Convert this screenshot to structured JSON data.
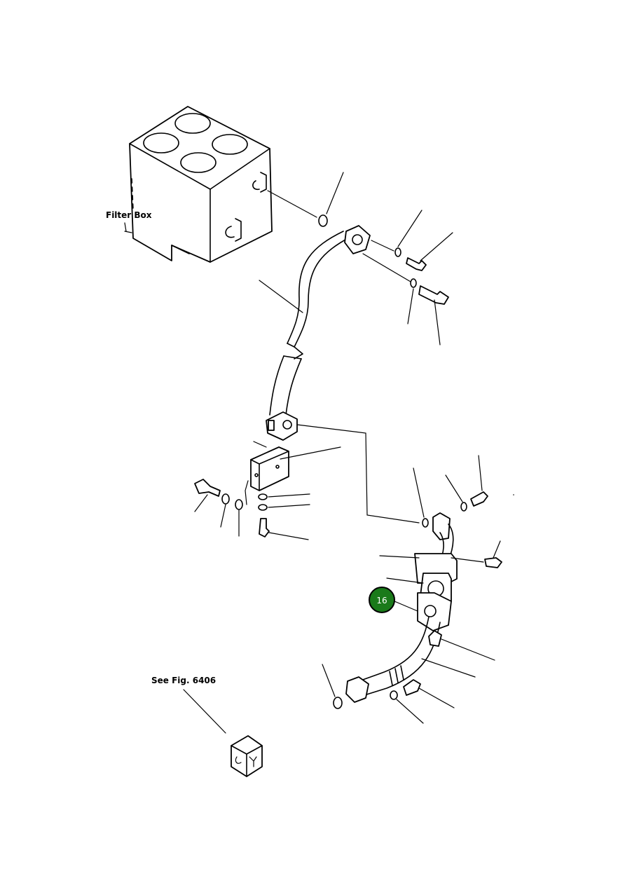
{
  "diagram": {
    "labels": {
      "filter_box": "Filter Box",
      "see_fig": "See Fig. 6406"
    },
    "callouts": [
      {
        "number": "16",
        "color": "#1a7a1a"
      }
    ],
    "colors": {
      "callout_fill": "#1a7a1a",
      "callout_border": "#000000",
      "line": "#000000",
      "background": "#ffffff"
    }
  }
}
